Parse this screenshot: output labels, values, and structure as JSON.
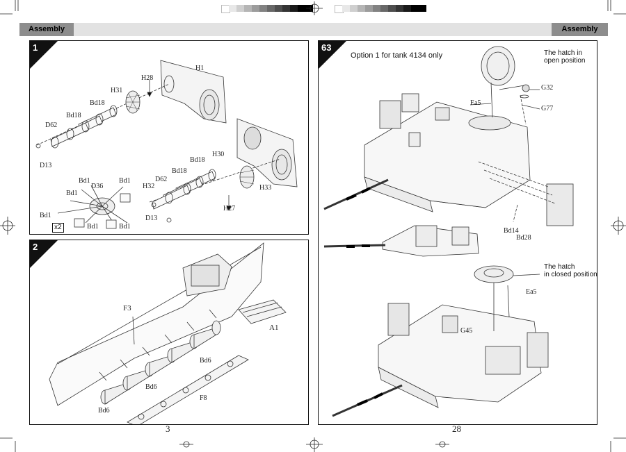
{
  "header": {
    "left_label": "Assembly",
    "right_label": "Assembly"
  },
  "calibration": {
    "left_colors": [
      "#ffffff",
      "#e8e8e8",
      "#cfcfcf",
      "#b5b5b5",
      "#9c9c9c",
      "#828282",
      "#686868",
      "#4e4e4e",
      "#343434",
      "#1a1a1a",
      "#000000",
      "#000000"
    ],
    "right_colors": [
      "#ffffff",
      "#e8e8e8",
      "#cfcfcf",
      "#b5b5b5",
      "#9c9c9c",
      "#828282",
      "#686868",
      "#4e4e4e",
      "#343434",
      "#1a1a1a",
      "#000000",
      "#000000"
    ]
  },
  "step1": {
    "number": "1",
    "labels": {
      "h1": "H1",
      "h28": "H28",
      "h31": "H31",
      "bd18_a": "Bd18",
      "bd18_b": "Bd18",
      "d62_a": "D62",
      "d13_a": "D13",
      "h30": "H30",
      "bd18_c": "Bd18",
      "bd18_d": "Bd18",
      "d62_b": "D62",
      "h32": "H32",
      "h33": "H33",
      "h27": "H27",
      "d13_b": "D13",
      "bd1_a": "Bd1",
      "d36": "D36",
      "bd1_b": "Bd1",
      "bd1_c": "Bd1",
      "bd1_d": "Bd1",
      "bd1_e": "Bd1",
      "bd1_f": "Bd1"
    },
    "multiplier": "x2"
  },
  "step2": {
    "number": "2",
    "labels": {
      "f3": "F3",
      "a1": "A1",
      "bd6_a": "Bd6",
      "bd6_b": "Bd6",
      "bd6_c": "Bd6",
      "f8": "F8"
    }
  },
  "step63": {
    "number": "63",
    "title": "Option 1 for tank 4134 only",
    "notes": {
      "open_line1": "The hatch in",
      "open_line2": "open position",
      "closed_line1": "The hatch",
      "closed_line2": "in closed position"
    },
    "labels": {
      "g32": "G32",
      "g77": "G77",
      "ea5_a": "Ea5",
      "bd14": "Bd14",
      "bd28": "Bd28",
      "ea5_b": "Ea5",
      "g45": "G45"
    }
  },
  "page_numbers": {
    "left": "3",
    "right": "28"
  }
}
